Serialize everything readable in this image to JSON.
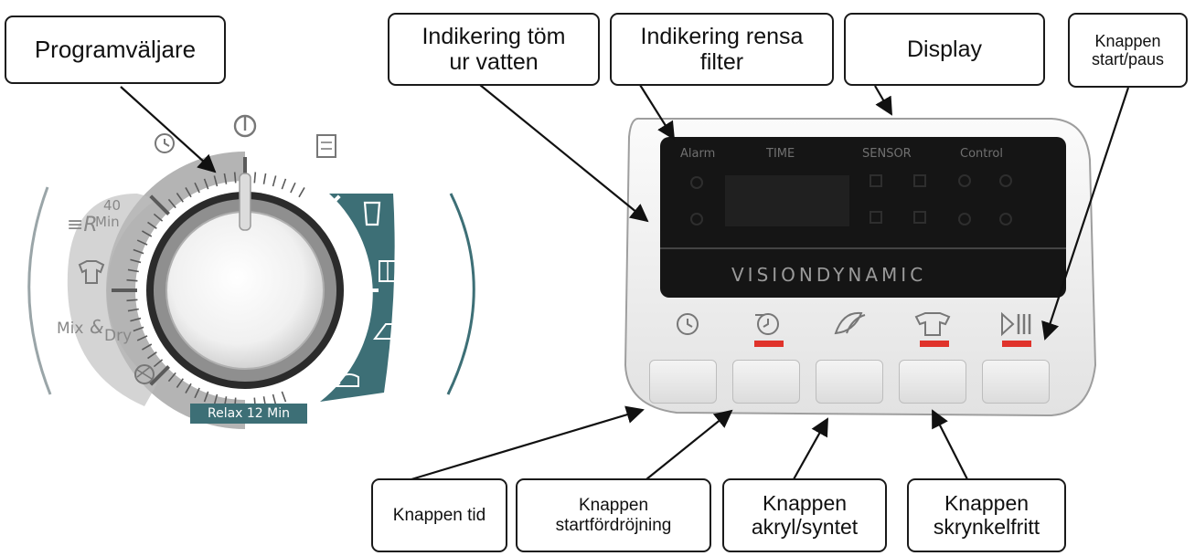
{
  "callouts": {
    "program_selector": "Programväljare",
    "empty_water": [
      "Indikering töm",
      "ur vatten"
    ],
    "clean_filter": [
      "Indikering rensa",
      "filter"
    ],
    "display": "Display",
    "start_pause": [
      "Knappen",
      "start/paus"
    ],
    "time_button": "Knappen tid",
    "delay_button": [
      "Knappen",
      "startfördröjning"
    ],
    "acrylic_button": [
      "Knappen",
      "akryl/syntet"
    ],
    "wrinkle_button": [
      "Knappen",
      "skrynkelfritt"
    ]
  },
  "display_panel": {
    "alarm": "Alarm",
    "time": "TIME",
    "sensor": "SENSOR",
    "control": "Control",
    "brand": "VISIONDYNAMIC"
  },
  "dial": {
    "minutes_number": "40",
    "minutes_unit": "Min",
    "mix_dry_left": "Mix",
    "mix_dry_right": "Dry",
    "relax": "Relax 12 Min"
  },
  "colors": {
    "teal_band": "#3d6f76",
    "grey_band": "#b4b4b4",
    "indicator_red": "#e0332b"
  }
}
